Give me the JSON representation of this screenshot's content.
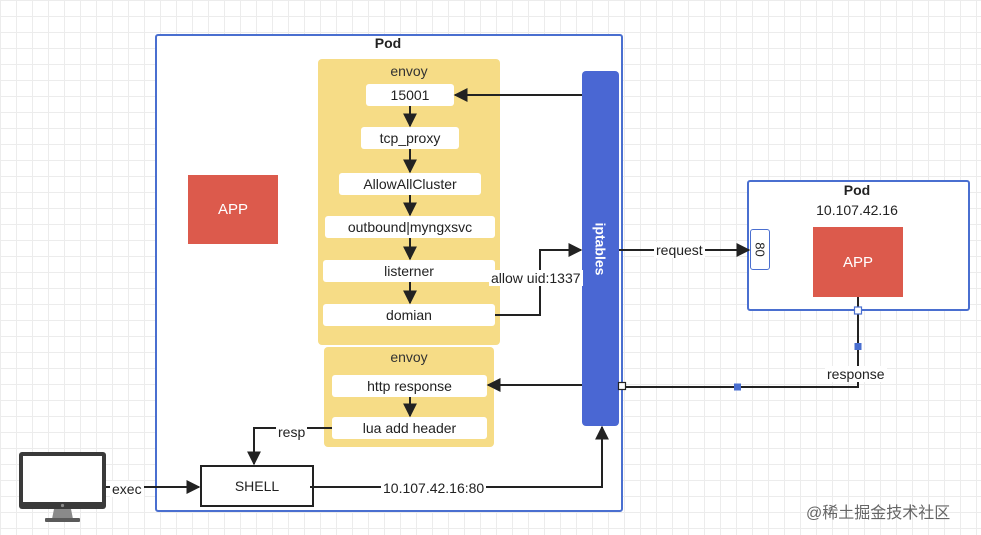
{
  "pod_left": {
    "title": "Pod",
    "app_label": "APP"
  },
  "envoy_out": {
    "title": "envoy",
    "steps": [
      "15001",
      "tcp_proxy",
      "AllowAllCluster",
      "outbound|myngxsvc",
      "listerner",
      "domian"
    ]
  },
  "envoy_in": {
    "title": "envoy",
    "steps": [
      "http response",
      "lua add header"
    ]
  },
  "iptables": {
    "label": "iptables"
  },
  "pod_right": {
    "title": "Pod",
    "ip": "10.107.42.16",
    "port": "80",
    "app_label": "APP"
  },
  "edges": {
    "allow_uid": "allow uid:1337",
    "request": "request",
    "response": "response",
    "resp": "resp",
    "exec": "exec",
    "shell_target": "10.107.42.16:80"
  },
  "shell": {
    "label": "SHELL"
  },
  "watermark": "@稀土掘金技术社区",
  "colors": {
    "pod_border": "#4a6fd0",
    "envoy_bg": "#f6dc86",
    "app_bg": "#dc5a4c",
    "iptables_bg": "#4a67d3"
  }
}
